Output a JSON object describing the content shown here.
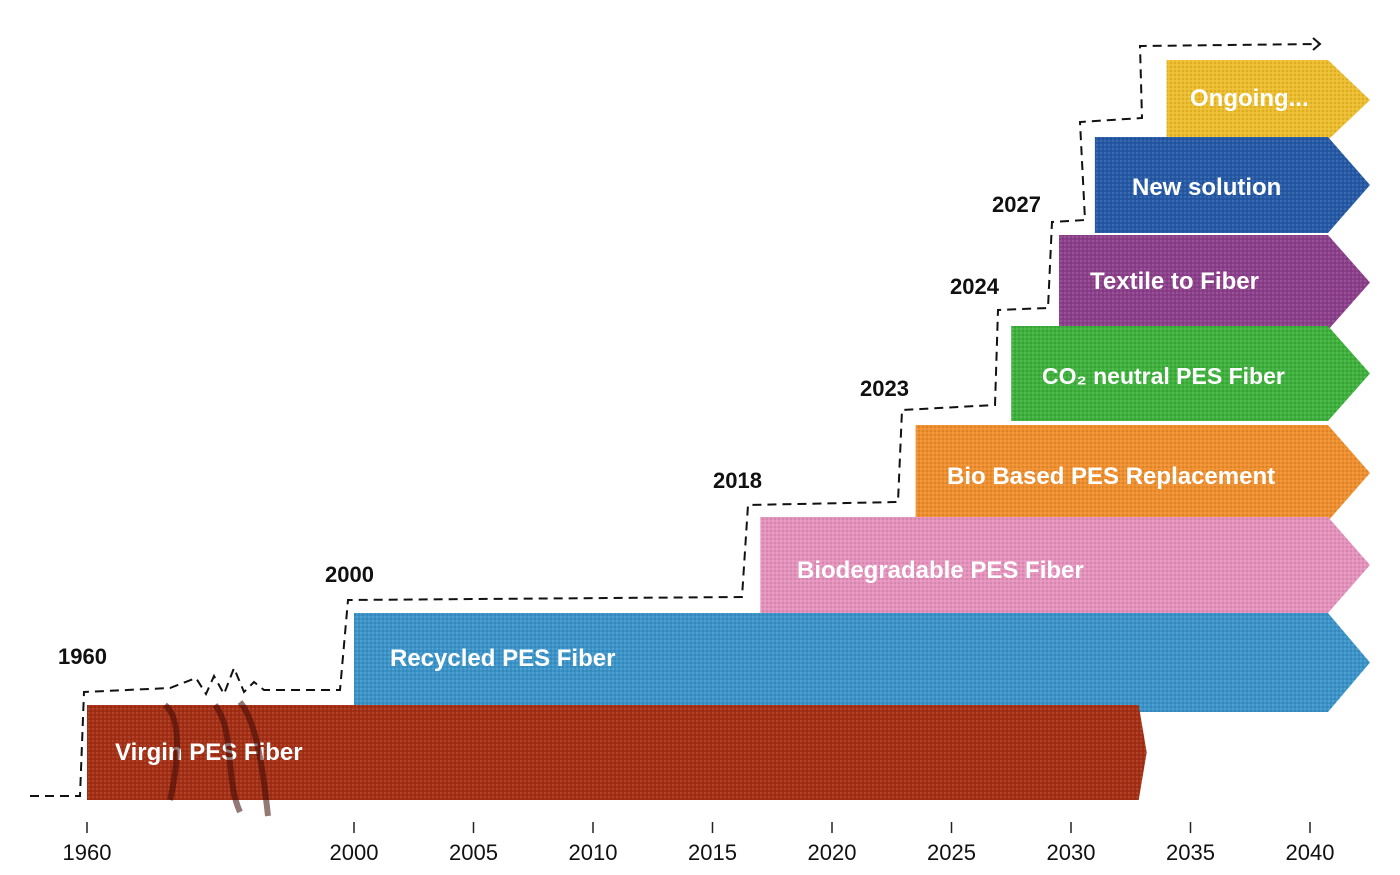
{
  "ribbons": [
    {
      "id": "virgin",
      "label": "Virgin PES Fiber",
      "start": 1960,
      "end": 2033,
      "color": "#a52f14"
    },
    {
      "id": "recycled",
      "label": "Recycled PES Fiber",
      "start": 2000,
      "end": 2043,
      "color": "#3b94c9"
    },
    {
      "id": "biodegradable",
      "label": "Biodegradable PES Fiber",
      "start": 2017,
      "end": 2043,
      "color": "#e593bd"
    },
    {
      "id": "biobased",
      "label": "Bio Based PES Replacement",
      "start": 2023.5,
      "end": 2043,
      "color": "#ef8f2e"
    },
    {
      "id": "co2",
      "label": "CO₂ neutral PES Fiber",
      "start": 2027.5,
      "end": 2043,
      "color": "#3db13c"
    },
    {
      "id": "textile",
      "label": "Textile to Fiber",
      "start": 2029.5,
      "end": 2043,
      "color": "#8c3f8b"
    },
    {
      "id": "newsolution",
      "label": "New solution",
      "start": 2031,
      "end": 2043,
      "color": "#2559a6"
    },
    {
      "id": "ongoing",
      "label": "Ongoing...",
      "start": 2034,
      "end": 2043,
      "color": "#edbd2c"
    }
  ],
  "milestones": [
    "1960",
    "2000",
    "2018",
    "2023",
    "2024",
    "2027"
  ],
  "axis": {
    "ticks": [
      "1960",
      "2000",
      "2005",
      "2010",
      "2015",
      "2020",
      "2025",
      "2030",
      "2035",
      "2040"
    ]
  }
}
